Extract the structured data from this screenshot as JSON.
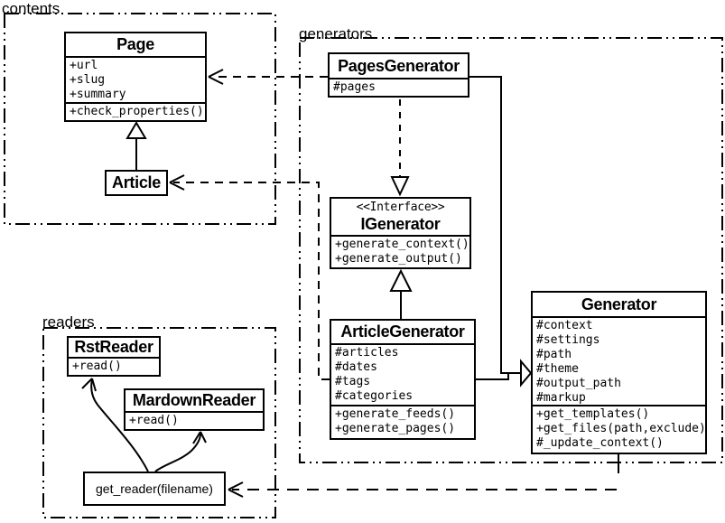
{
  "packages": {
    "contents": {
      "label": "contents"
    },
    "generators": {
      "label": "generators"
    },
    "readers": {
      "label": "readers"
    }
  },
  "classes": {
    "page": {
      "title": "Page",
      "attributes": [
        "+url",
        "+slug",
        "+summary"
      ],
      "methods": [
        "+check_properties()"
      ]
    },
    "article": {
      "title": "Article"
    },
    "pages_generator": {
      "title": "PagesGenerator",
      "attributes": [
        "#pages"
      ]
    },
    "igenerator": {
      "stereotype": "<<Interface>>",
      "title": "IGenerator",
      "methods": [
        "+generate_context()",
        "+generate_output()"
      ]
    },
    "article_generator": {
      "title": "ArticleGenerator",
      "attributes": [
        "#articles",
        "#dates",
        "#tags",
        "#categories"
      ],
      "methods": [
        "+generate_feeds()",
        "+generate_pages()"
      ]
    },
    "generator": {
      "title": "Generator",
      "attributes": [
        "#context",
        "#settings",
        "#path",
        "#theme",
        "#output_path",
        "#markup"
      ],
      "methods": [
        "+get_templates()",
        "+get_files(path,exclude)",
        "#_update_context()"
      ]
    },
    "rst_reader": {
      "title": "RstReader",
      "methods": [
        "+read()"
      ]
    },
    "mardown_reader": {
      "title": "MardownReader",
      "methods": [
        "+read()"
      ]
    },
    "get_reader": {
      "label": "get_reader(filename)"
    }
  },
  "colors": {
    "line": "#000000",
    "background": "#ffffff"
  }
}
